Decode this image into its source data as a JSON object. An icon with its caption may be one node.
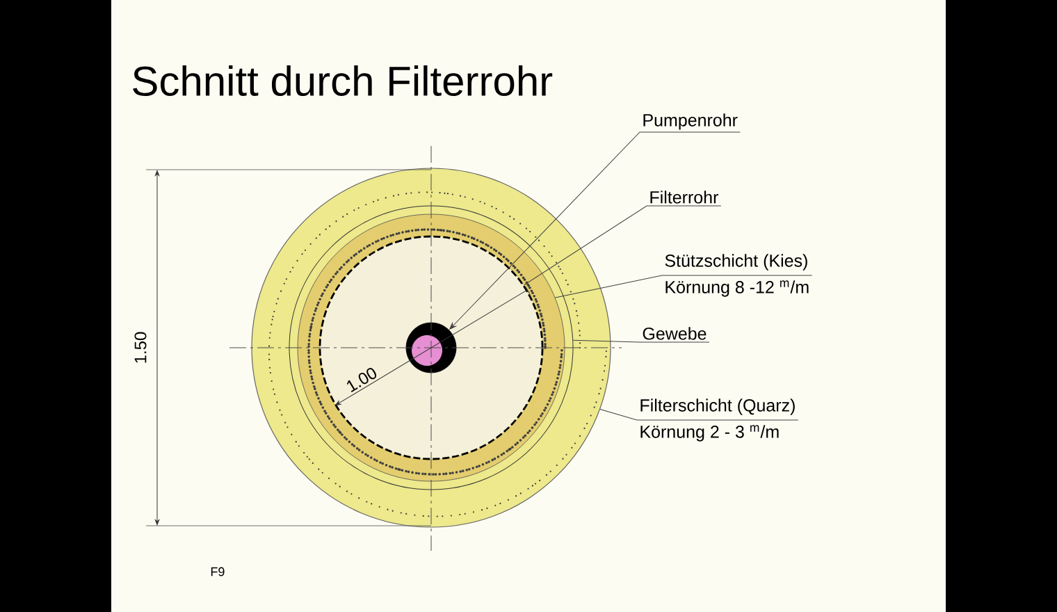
{
  "diagram": {
    "title": "Schnitt durch Filterrohr",
    "nodes": [
      {
        "text": [
          "Pumpenrohr"
        ]
      },
      {
        "text": [
          "Filterrohr"
        ]
      },
      {
        "text": [
          "Stützschicht (Kies)",
          "Körnung 8 -12 $^{m}$/m"
        ]
      },
      {
        "text": [
          "Gewebe"
        ]
      },
      {
        "text": [
          "Filterschicht (Quarz)",
          "Körnung 2 - 3 $^{m}$/m"
        ]
      },
      {
        "text": [],
        "shape": "circle",
        "in": 6
      },
      {
        "text": [],
        "shape": "circle",
        "in": 7
      },
      {
        "text": [],
        "shape": "circle",
        "in": 9
      },
      {
        "text": [],
        "shape": "circle",
        "in": 9
      },
      {
        "text": [],
        "shape": "circle"
      }
    ],
    "edges": [
      {
        "from": 0,
        "to": 5,
        "arrow": "to"
      },
      {
        "from": 1,
        "to": 6,
        "arrow": "none"
      },
      {
        "from": 2,
        "to": 7,
        "arrow": "none"
      },
      {
        "from": 3,
        "to": 8,
        "arrow": "none"
      },
      {
        "from": 4,
        "to": 9,
        "arrow": "none"
      }
    ],
    "labels": [
      "1.50",
      "1.00",
      "F9"
    ]
  }
}
